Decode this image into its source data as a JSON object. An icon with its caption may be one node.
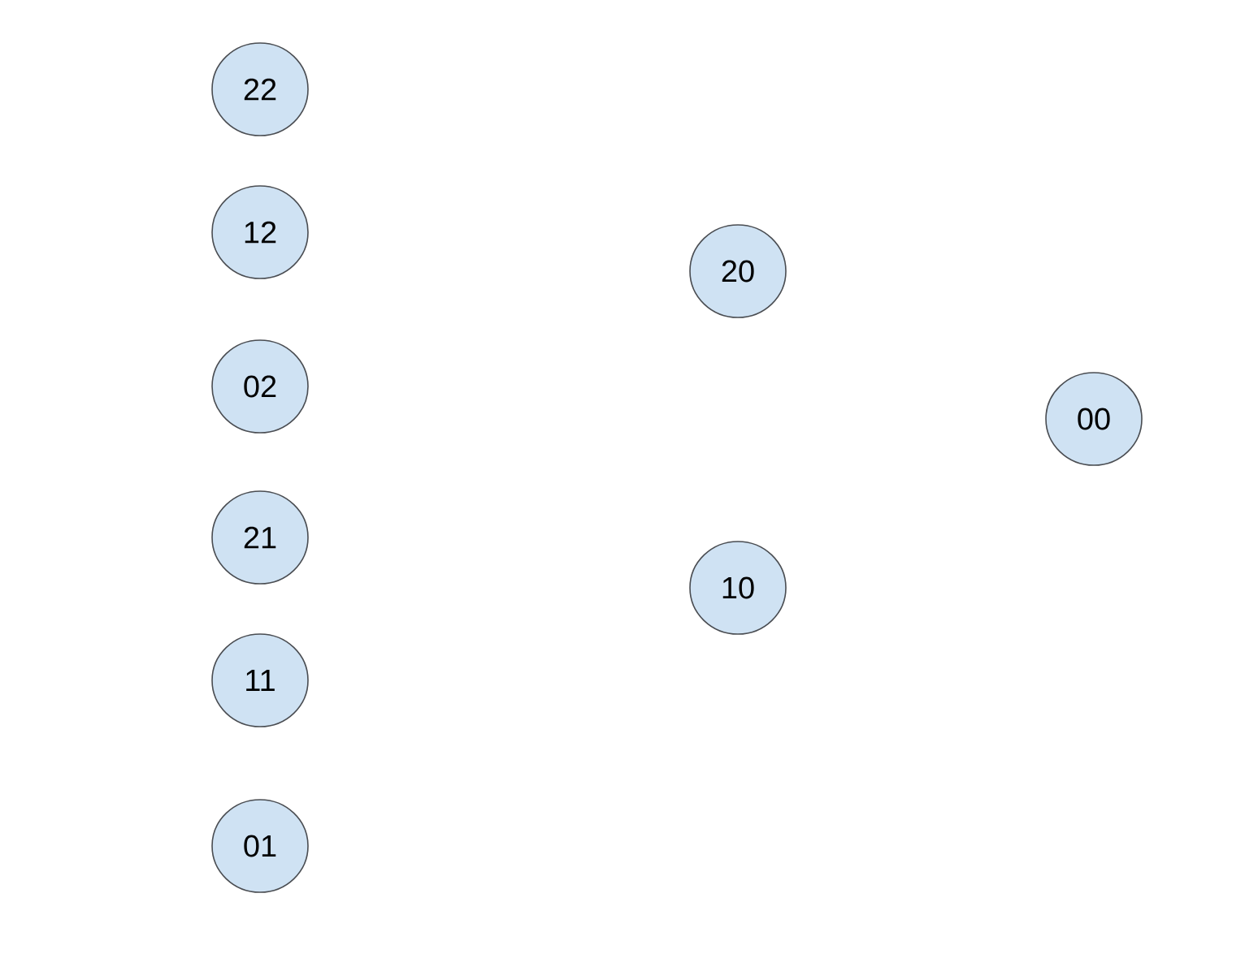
{
  "diagram": {
    "nodes": [
      {
        "text": [
          "22"
        ]
      },
      {
        "text": [
          "12"
        ]
      },
      {
        "text": [
          "02"
        ]
      },
      {
        "text": [
          "21"
        ]
      },
      {
        "text": [
          "11"
        ]
      },
      {
        "text": [
          "01"
        ]
      },
      {
        "text": [
          "20"
        ]
      },
      {
        "text": [
          "10"
        ]
      },
      {
        "text": [
          "00"
        ]
      }
    ]
  }
}
